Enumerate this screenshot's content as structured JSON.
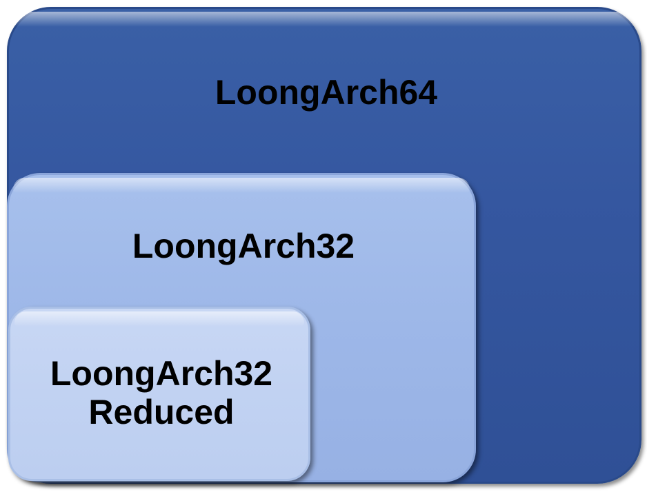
{
  "diagram": {
    "outer_box": {
      "label": "LoongArch64"
    },
    "middle_box": {
      "label": "LoongArch32"
    },
    "inner_box": {
      "label_line1": "LoongArch32",
      "label_line2": "Reduced"
    }
  },
  "colors": {
    "outer_fill": "#3557a0",
    "middle_fill": "#9db7e8",
    "inner_fill": "#c1d2f2",
    "text": "#000000"
  }
}
